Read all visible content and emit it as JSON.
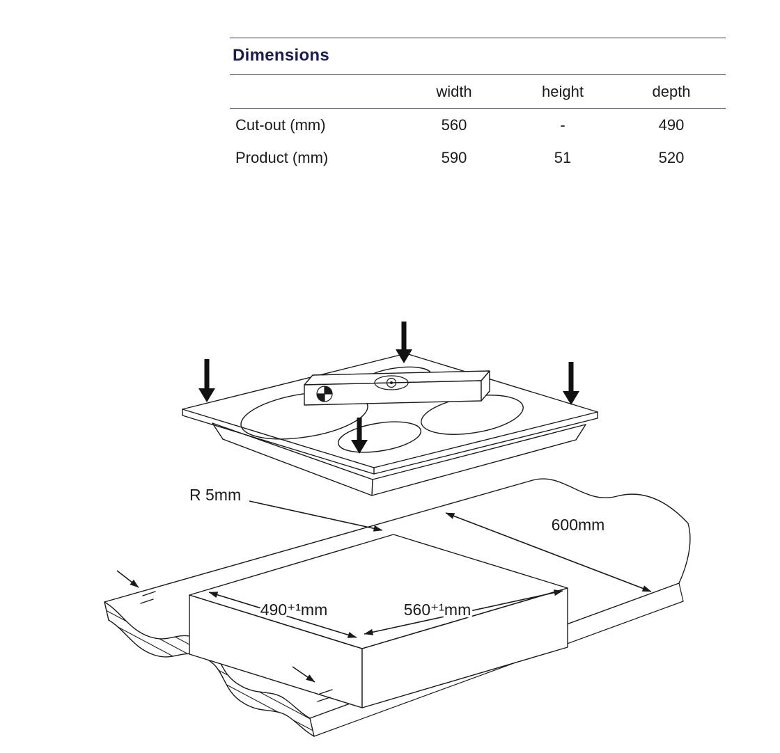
{
  "table": {
    "title": "Dimensions",
    "columns": [
      "width",
      "height",
      "depth"
    ],
    "rows": [
      {
        "label": "Cut-out (mm)",
        "width": "560",
        "height": "-",
        "depth": "490"
      },
      {
        "label": "Product (mm)",
        "width": "590",
        "height": "51",
        "depth": "520"
      }
    ]
  },
  "diagram": {
    "labels": {
      "corner_radius": "R 5mm",
      "worktop_depth": "600mm",
      "cutout_depth": "490⁺¹mm",
      "cutout_width": "560⁺¹mm"
    },
    "colors": {
      "title_accent": "#1b1b4f",
      "line": "#1a1a1a"
    }
  }
}
